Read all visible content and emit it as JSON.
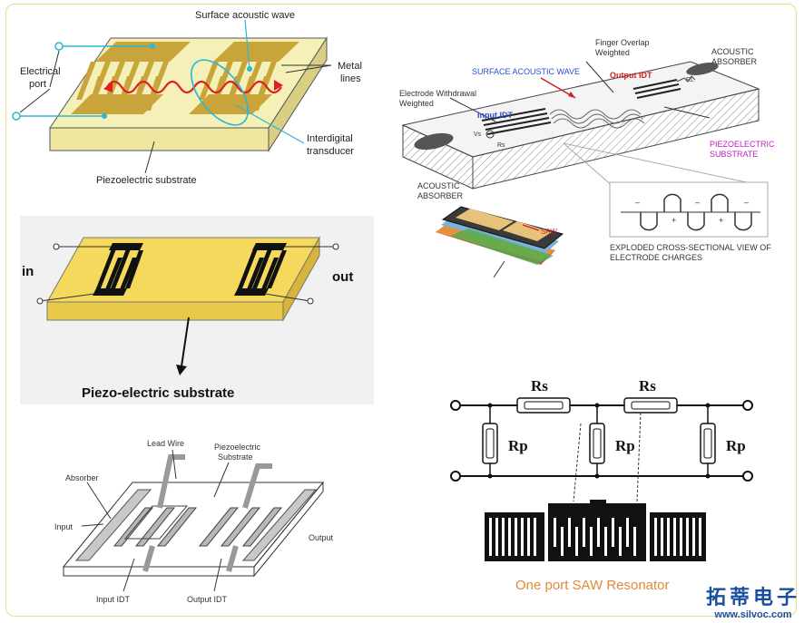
{
  "panel1": {
    "surface_acoustic_wave": "Surface acoustic wave",
    "electrical_port_1": "Electrical",
    "electrical_port_2": "port",
    "metal_lines_1": "Metal",
    "metal_lines_2": "lines",
    "interdigital_1": "Interdigital",
    "interdigital_2": "transducer",
    "piezo_substrate": "Piezoelectric substrate"
  },
  "panel2": {
    "finger_overlap_1": "Finger Overlap",
    "finger_overlap_2": "Weighted",
    "acoustic_absorber_top_1": "ACOUSTIC",
    "acoustic_absorber_top_2": "ABSORBER",
    "surface_acoustic_wave": "SURFACE ACOUSTIC WAVE",
    "output_idt": "Output IDT",
    "rl": "RL",
    "electrode_withdrawal_1": "Electrode Withdrawal",
    "electrode_withdrawal_2": "Weighted",
    "input_idt": "Input IDT",
    "vs": "Vs",
    "rs": "Rs",
    "piezo_1": "PIEZOELECTRIC",
    "piezo_2": "SUBSTRATE",
    "acoustic_absorber_bottom_1": "ACOUSTIC",
    "acoustic_absorber_bottom_2": "ABSORBER",
    "saw": "SAW",
    "exploded_1": "EXPLODED CROSS-SECTIONAL VIEW OF",
    "exploded_2": "ELECTRODE CHARGES"
  },
  "panel3": {
    "in": "in",
    "out": "out",
    "substrate": "Piezo-electric substrate"
  },
  "panel4": {
    "rs_left": "Rs",
    "rs_right": "Rs",
    "rp_1": "Rp",
    "rp_2": "Rp",
    "rp_3": "Rp",
    "caption": "One port SAW Resonator"
  },
  "panel5": {
    "lead_wire": "Lead Wire",
    "piezo_1": "Piezoelectric",
    "piezo_2": "Substrate",
    "absorber": "Absorber",
    "input": "Input",
    "output": "Output",
    "input_idt": "Input IDT",
    "output_idt": "Output IDT"
  },
  "brand": {
    "name": "拓蒂电子",
    "url": "www.silvoc.com"
  },
  "colors": {
    "gold": "#c9a43a",
    "substrate": "#f5f0b8",
    "wave_red": "#e0201c",
    "cyan": "#2ab7d6",
    "gray_electrode": "#b8b8b8"
  }
}
